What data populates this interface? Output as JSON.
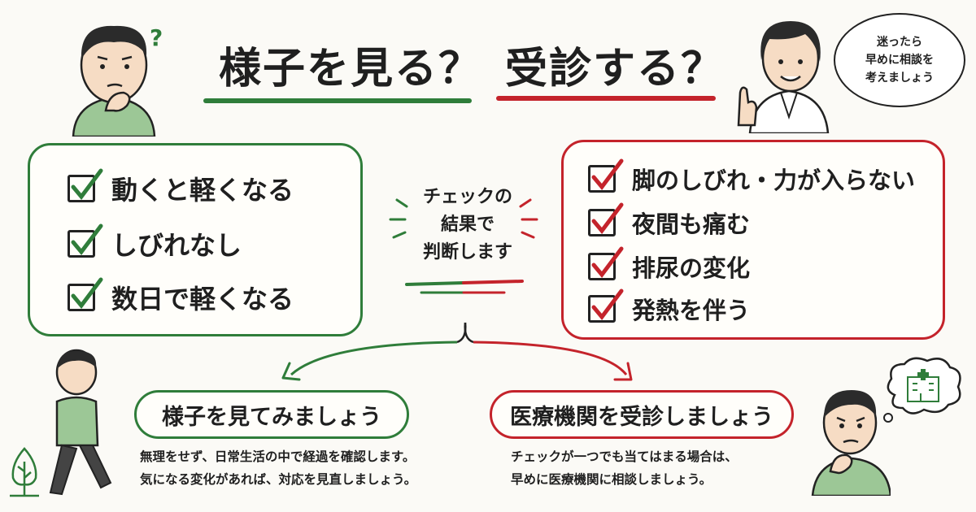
{
  "title": {
    "part1": "様子を見る？",
    "part2": "受診する？"
  },
  "doctor_bubble": {
    "line1": "迷ったら",
    "line2": "早めに相談を",
    "line3": "考えましょう"
  },
  "question_mark": "?",
  "green_box": {
    "items": [
      "動くと軽くなる",
      "しびれなし",
      "数日で軽くなる"
    ]
  },
  "red_box": {
    "items": [
      "脚のしびれ・力が入らない",
      "夜間も痛む",
      "排尿の変化",
      "発熱を伴う"
    ]
  },
  "center_label": {
    "line1": "チェックの",
    "line2": "結果で",
    "line3": "判断します"
  },
  "outcome_left": {
    "label": "様子を見てみましょう",
    "line1": "無理をせず、日常生活の中で経過を確認します。",
    "line2": "気になる変化があれば、対応を見直しましょう。"
  },
  "outcome_right": {
    "label": "医療機関を受診しましょう",
    "line1": "チェックが一つでも当てはまる場合は、",
    "line2": "早めに医療機関に相談しましょう。"
  },
  "colors": {
    "green": "#2f7d3a",
    "red": "#c4232b",
    "skin": "#f6dcc4",
    "shirt_green": "#9cc796"
  }
}
